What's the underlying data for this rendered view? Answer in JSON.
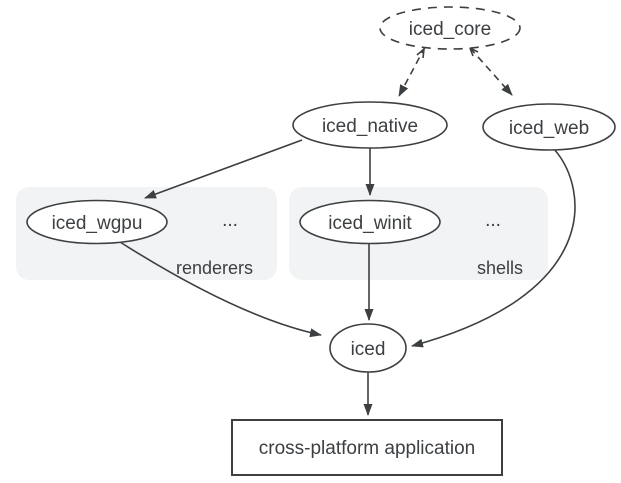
{
  "colors": {
    "background": "#ffffff",
    "stroke": "#3c4043",
    "text": "#3c4043",
    "accent": "#1a73e8",
    "group_fill": "#f1f3f4",
    "node_fill": "#ffffff"
  },
  "nodes": {
    "iced_core": {
      "label": "iced_core",
      "shape": "ellipse",
      "style": "dashed"
    },
    "iced_native": {
      "label": "iced_native",
      "shape": "ellipse",
      "style": "solid"
    },
    "iced_web": {
      "label": "iced_web",
      "shape": "ellipse",
      "style": "solid"
    },
    "iced_wgpu": {
      "label": "iced_wgpu",
      "shape": "ellipse",
      "style": "solid",
      "group": "renderers"
    },
    "iced_winit": {
      "label": "iced_winit",
      "shape": "ellipse",
      "style": "solid",
      "group": "shells"
    },
    "iced": {
      "label": "iced",
      "shape": "ellipse",
      "style": "solid"
    },
    "application": {
      "label": "cross-platform application",
      "shape": "rect",
      "style": "solid"
    }
  },
  "groups": {
    "renderers": {
      "label": "renderers",
      "ellipsis": "..."
    },
    "shells": {
      "label": "shells",
      "ellipsis": "..."
    }
  },
  "edges": [
    {
      "from": "iced_core",
      "to": "iced_native",
      "style": "dashed",
      "head": "filled-arrow",
      "tail": "vee"
    },
    {
      "from": "iced_core",
      "to": "iced_web",
      "style": "dashed",
      "head": "filled-arrow",
      "tail": "vee"
    },
    {
      "from": "iced_native",
      "to": "iced_wgpu",
      "style": "solid",
      "head": "filled-arrow"
    },
    {
      "from": "iced_native",
      "to": "iced_winit",
      "style": "solid",
      "head": "filled-arrow"
    },
    {
      "from": "iced_wgpu",
      "to": "iced",
      "style": "solid",
      "head": "filled-arrow"
    },
    {
      "from": "iced_winit",
      "to": "iced",
      "style": "solid",
      "head": "filled-arrow"
    },
    {
      "from": "iced_web",
      "to": "iced",
      "style": "solid",
      "head": "filled-arrow"
    },
    {
      "from": "iced",
      "to": "application",
      "style": "solid",
      "head": "filled-arrow"
    }
  ]
}
